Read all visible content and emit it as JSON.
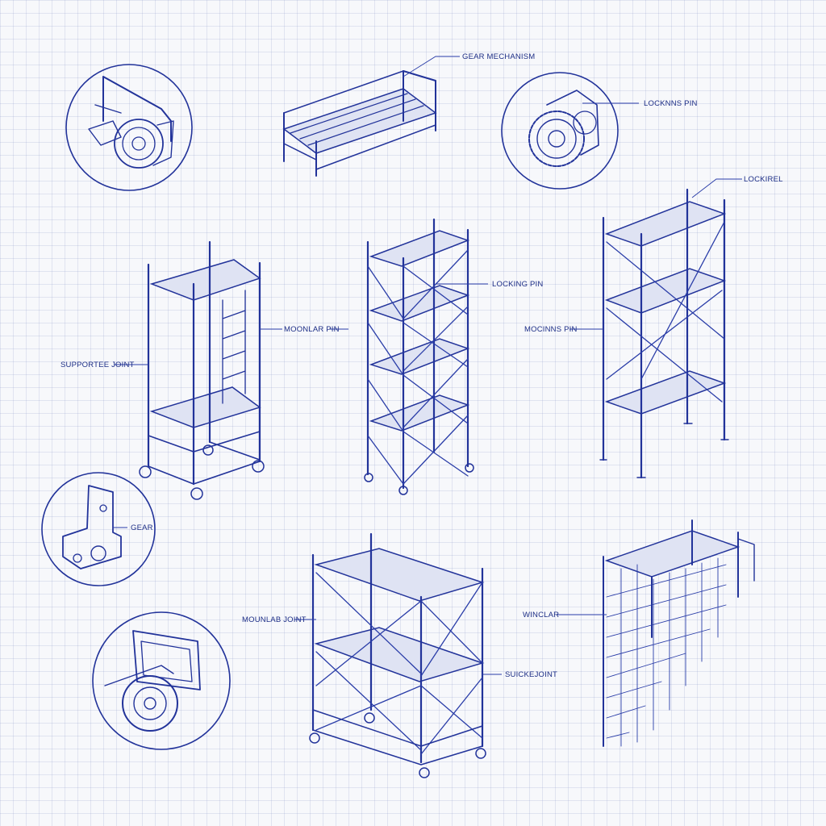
{
  "labels": {
    "gear_mechanism": "GEAR MECHANISM",
    "locking_pin_top": "LOCKNNS PIN",
    "lockirel": "LOCKIREL",
    "supported_joint": "SUPPORTEE JOINT",
    "modular_pin": "MOONLAR PIN",
    "locking_pin_center": "LOCKING PIN",
    "mocking_pin": "MOCINNS PIN",
    "gear": "GEAR",
    "modular_joint": "MOUNLAB JOINT",
    "wincular": "WINCLAR",
    "suckejoint": "SUICKEJOINT"
  },
  "colors": {
    "ink": "#22339a",
    "paper": "#f7f8fb",
    "grid": "#c8cfe4",
    "deck": "#dfe3f3"
  },
  "icons": [
    "clamp-detail-icon",
    "gear-lock-detail-icon",
    "bracket-detail-icon",
    "wheel-bracket-detail-icon"
  ]
}
